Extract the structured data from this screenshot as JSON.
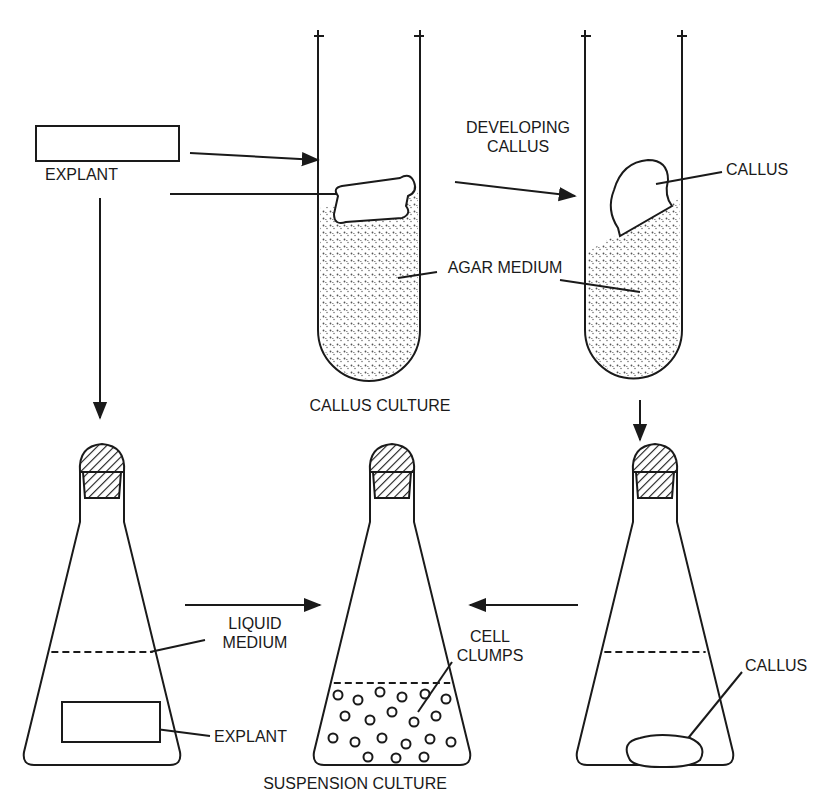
{
  "diagram": {
    "nodes": [
      {
        "text": [
          "EXPLANT"
        ]
      }
    ],
    "labels": [
      "DEVELOPING CALLUS",
      "CALLUS",
      "AGAR MEDIUM",
      "CALLUS CULTURE",
      "LIQUID MEDIUM",
      "EXPLANT",
      "CELL CLUMPS",
      "CALLUS",
      "SUSPENSION CULTURE"
    ]
  }
}
